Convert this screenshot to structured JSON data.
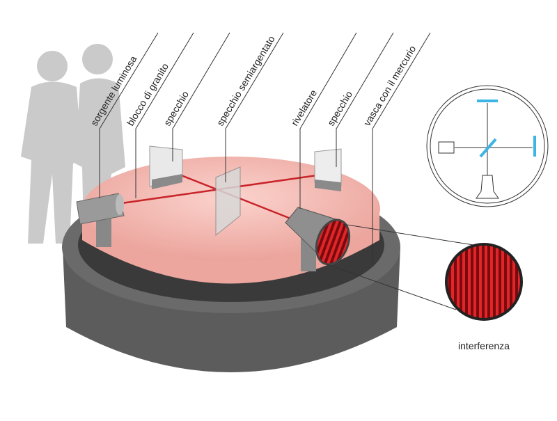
{
  "labels": {
    "source": "sorgente luminosa",
    "granite": "blocco di granito",
    "mirror1": "specchio",
    "beam_splitter": "specchio semiargentato",
    "detector": "rivelatore",
    "mirror2": "specchio",
    "mercury": "vasca con il mercurio",
    "interference": "interferenza"
  },
  "colors": {
    "beam": "#c8242a",
    "granite": "#f3b4ad",
    "base": "#5a5a5a",
    "inset_mirror": "#3cb4e6",
    "people": "#c8c8c8"
  }
}
